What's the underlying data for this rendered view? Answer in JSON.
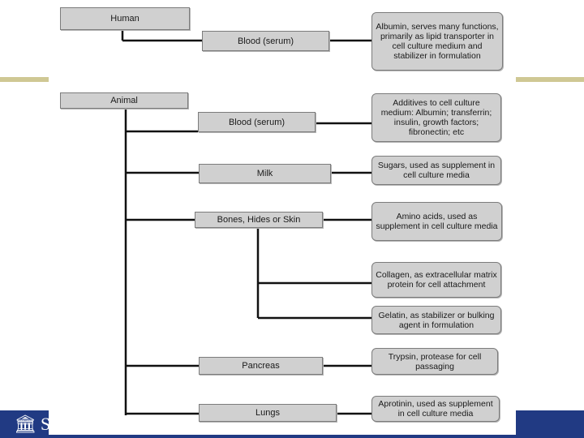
{
  "diagram": {
    "sources": {
      "human": "Human",
      "animal": "Animal"
    },
    "categories": {
      "human_blood": "Blood (serum)",
      "animal_blood": "Blood (serum)",
      "milk": "Milk",
      "bones": "Bones, Hides or Skin",
      "pancreas": "Pancreas",
      "lungs": "Lungs"
    },
    "products": {
      "albumin": "Albumin, serves many functions, primarily as lipid transporter in cell culture medium and stabilizer in formulation",
      "additives": "Additives to cell culture medium: Albumin; transferrin; insulin, growth factors; fibronectin; etc",
      "sugars": "Sugars, used as supplement in cell culture media",
      "amino_acids": "Amino acids, used as supplement in cell culture media",
      "collagen": "Collagen, as extracellular matrix protein for cell attachment",
      "gelatin": "Gelatin, as stabilizer or bulking agent in formulation",
      "trypsin": "Trypsin, protease for cell passaging",
      "aprotinin": "Aprotinin, used as supplement in cell culture media"
    }
  },
  "footer": {
    "logo_icon": "building-columns-icon",
    "letter": "S",
    "bar_color": "#213a83",
    "rule_color": "#cfc894"
  }
}
